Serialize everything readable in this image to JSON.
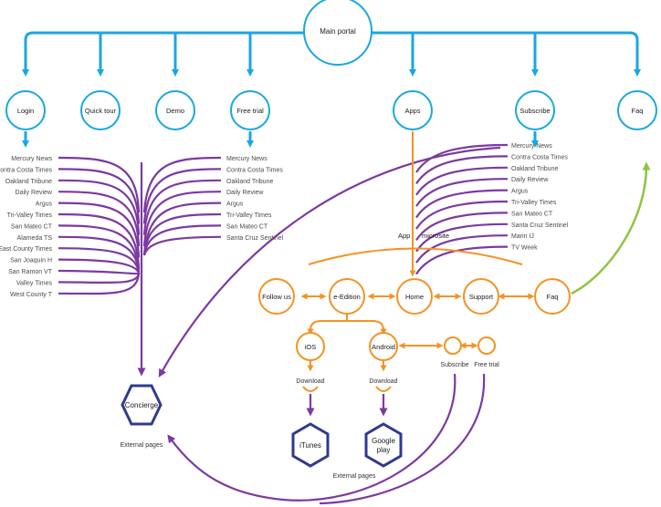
{
  "colors": {
    "blue": "#1aa7e0",
    "orange": "#f39324",
    "purple": "#7b3aa0",
    "green": "#8cc63f",
    "navy": "#2f3a8f"
  },
  "main_portal": "Main portal",
  "top_nodes": {
    "login": "Login",
    "quick_tour": "Quick tour",
    "demo": "Demo",
    "free_trial": "Free trial",
    "apps": "Apps",
    "subscribe": "Subscribe",
    "faq": "Faq"
  },
  "login_list": [
    "Mercury News",
    "Contra Costa Times",
    "Oakland Tribune",
    "Daily Review",
    "Argus",
    "Tri-Valley Times",
    "San Mateo CT",
    "Alameda TS",
    "East County Times",
    "San Joaquin H",
    "San Ramon VT",
    "Valley Times",
    "West County T"
  ],
  "free_trial_list": [
    "Mercury News",
    "Contra Costa Times",
    "Oakland Tribune",
    "Daily Review",
    "Argus",
    "Tri-Valley Times",
    "San Mateo CT",
    "Santa Cruz Sentinel"
  ],
  "subscribe_list": [
    "Mercury News",
    "Contra Costa Times",
    "Oakland Tribune",
    "Daily Review",
    "Argus",
    "Tri-Valley Times",
    "San Mateo CT",
    "Santa Cruz Sentinel",
    "Marin IJ",
    "TV Week"
  ],
  "microsite": {
    "label_app": "App",
    "label_microsite": "microsite",
    "follow_us": "Follow us",
    "e_edition": "e-Edition",
    "home": "Home",
    "support": "Support",
    "faq": "Faq",
    "ios": "iOS",
    "android": "Android",
    "download_1": "Download",
    "download_2": "Download",
    "subscribe": "Subscribe",
    "free_trial": "Free trial"
  },
  "concierge": "Concierge",
  "itunes": "iTunes",
  "google_play_1": "Google",
  "google_play_2": "play",
  "external_pages_1": "External pages",
  "external_pages_2": "External pages"
}
